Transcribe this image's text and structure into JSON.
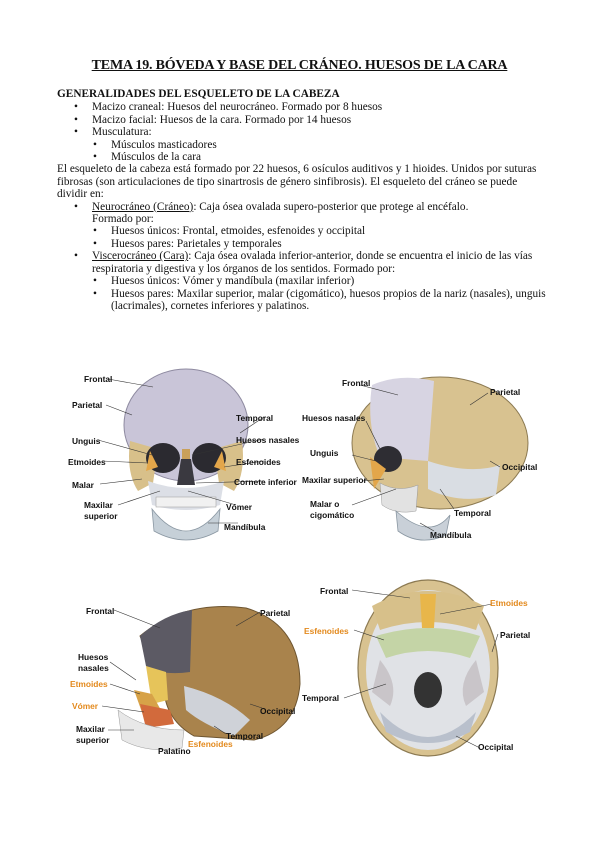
{
  "title": "TEMA 19. BÓVEDA Y BASE DEL CRÁNEO. HUESOS DE LA CARA",
  "section_heading": "GENERALIDADES DEL ESQUELETO DE LA CABEZA",
  "bullets_top": [
    "Macizo craneal: Huesos del neurocráneo. Formado por 8 huesos",
    "Macizo facial: Huesos de la cara. Formado por 14 huesos",
    "Musculatura:"
  ],
  "musculatura_items": [
    "Músculos masticadores",
    "Músculos de la cara"
  ],
  "paragraph": "El esqueleto de la cabeza está formado por 22 huesos, 6 osículos auditivos y 1 hioides. Unidos por suturas fibrosas (son articulaciones de tipo sinartrosis de género sinfibrosis). El esqueleto del cráneo se puede dividir en:",
  "neuro": {
    "term": "Neurocráneo (Cráneo)",
    "text": ": Caja ósea ovalada supero-posterior que protege al encéfalo.",
    "formado": "Formado por:",
    "items": [
      "Huesos únicos: Frontal, etmoides, esfenoides y occipital",
      "Huesos pares: Parietales y temporales"
    ]
  },
  "visc": {
    "term": "Viscerocráneo (Cara)",
    "text": ": Caja ósea ovalada inferior-anterior, donde se encuentra el inicio de las vías respiratoria y digestiva y los órganos de los sentidos. Formado por:",
    "items": [
      "Huesos únicos: Vómer y mandíbula (maxilar inferior)",
      "Huesos pares: Maxilar superior, malar (cigomático), huesos propios de la nariz (nasales), unguis (lacrimales), cornetes inferiores y palatinos."
    ]
  },
  "fig1": {
    "labels": {
      "frontal": "Frontal",
      "parietal": "Parietal",
      "unguis": "Unguis",
      "etmoides": "Etmoides",
      "malar": "Malar",
      "maxilar": "Maxilar superior",
      "temporal": "Temporal",
      "nasales": "Huesos nasales",
      "esfenoides": "Esfenoides",
      "cornete": "Cornete inferior",
      "vomer": "Vómer",
      "mandibula": "Mandíbula"
    }
  },
  "fig2": {
    "labels": {
      "frontal": "Frontal",
      "nasales": "Huesos nasales",
      "unguis": "Unguis",
      "maxilar": "Maxilar superior",
      "malar": "Malar o cigomático",
      "parietal": "Parietal",
      "occipital": "Occipital",
      "temporal": "Temporal",
      "mandibula": "Mandíbula"
    }
  },
  "fig3": {
    "labels": {
      "frontal": "Frontal",
      "parietal": "Parietal",
      "nasales": "Huesos nasales",
      "etmoides": "Etmoides",
      "vomer": "Vómer",
      "maxilar": "Maxilar superior",
      "palatino": "Palatino",
      "esfenoides": "Esfenoides",
      "temporal": "Temporal",
      "occipital": "Occipital"
    }
  },
  "fig4": {
    "labels": {
      "frontal": "Frontal",
      "etmoides": "Etmoides",
      "esfenoides": "Esfenoides",
      "parietal": "Parietal",
      "temporal": "Temporal",
      "occipital": "Occipital"
    }
  },
  "colors": {
    "bone": "#dcdde3",
    "highlight": "#c9a05a",
    "orange_label": "#e3891c",
    "skull_lavender": "#c8c3d8"
  }
}
